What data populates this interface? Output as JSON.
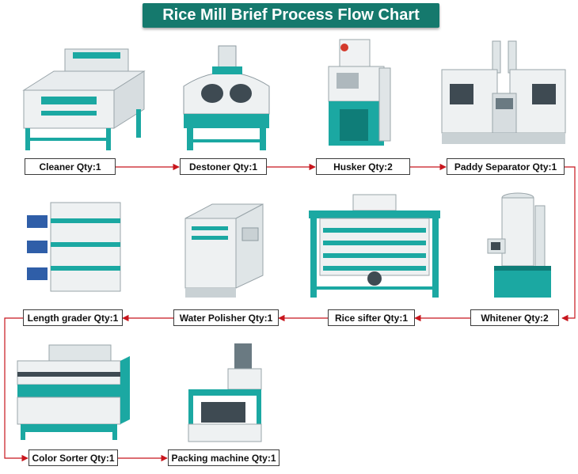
{
  "title": "Rice Mill Brief Process Flow Chart",
  "colors": {
    "machine_teal": "#1ba8a2",
    "machine_white": "#eef1f2",
    "arrow": "#c8161d",
    "title_bg": "#15796d"
  },
  "steps": [
    {
      "label": "Cleaner Qty:1"
    },
    {
      "label": "Destoner Qty:1"
    },
    {
      "label": "Husker Qty:2"
    },
    {
      "label": "Paddy Separator Qty:1"
    },
    {
      "label": "Whitener Qty:2"
    },
    {
      "label": "Rice sifter Qty:1"
    },
    {
      "label": "Water Polisher Qty:1"
    },
    {
      "label": "Length grader Qty:1"
    },
    {
      "label": "Color Sorter Qty:1"
    },
    {
      "label": "Packing machine Qty:1"
    }
  ]
}
